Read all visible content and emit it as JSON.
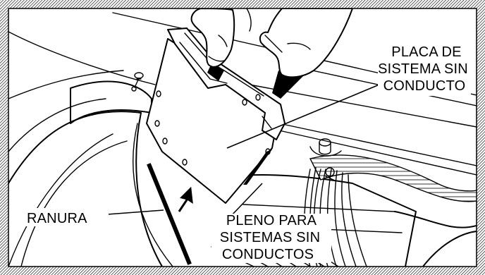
{
  "labels": {
    "plate": [
      "PLACA DE",
      "SISTEMA SIN",
      "CONDUCTO"
    ],
    "slot": "RANURA",
    "plenum": [
      "PLENO PARA",
      "SISTEMAS SIN",
      "CONDUCTOS"
    ]
  },
  "colors": {
    "line": "#000000",
    "background": "#ffffff",
    "frame_hatch": "#000000"
  },
  "icons": {
    "arrow": "up-right-arrow"
  }
}
